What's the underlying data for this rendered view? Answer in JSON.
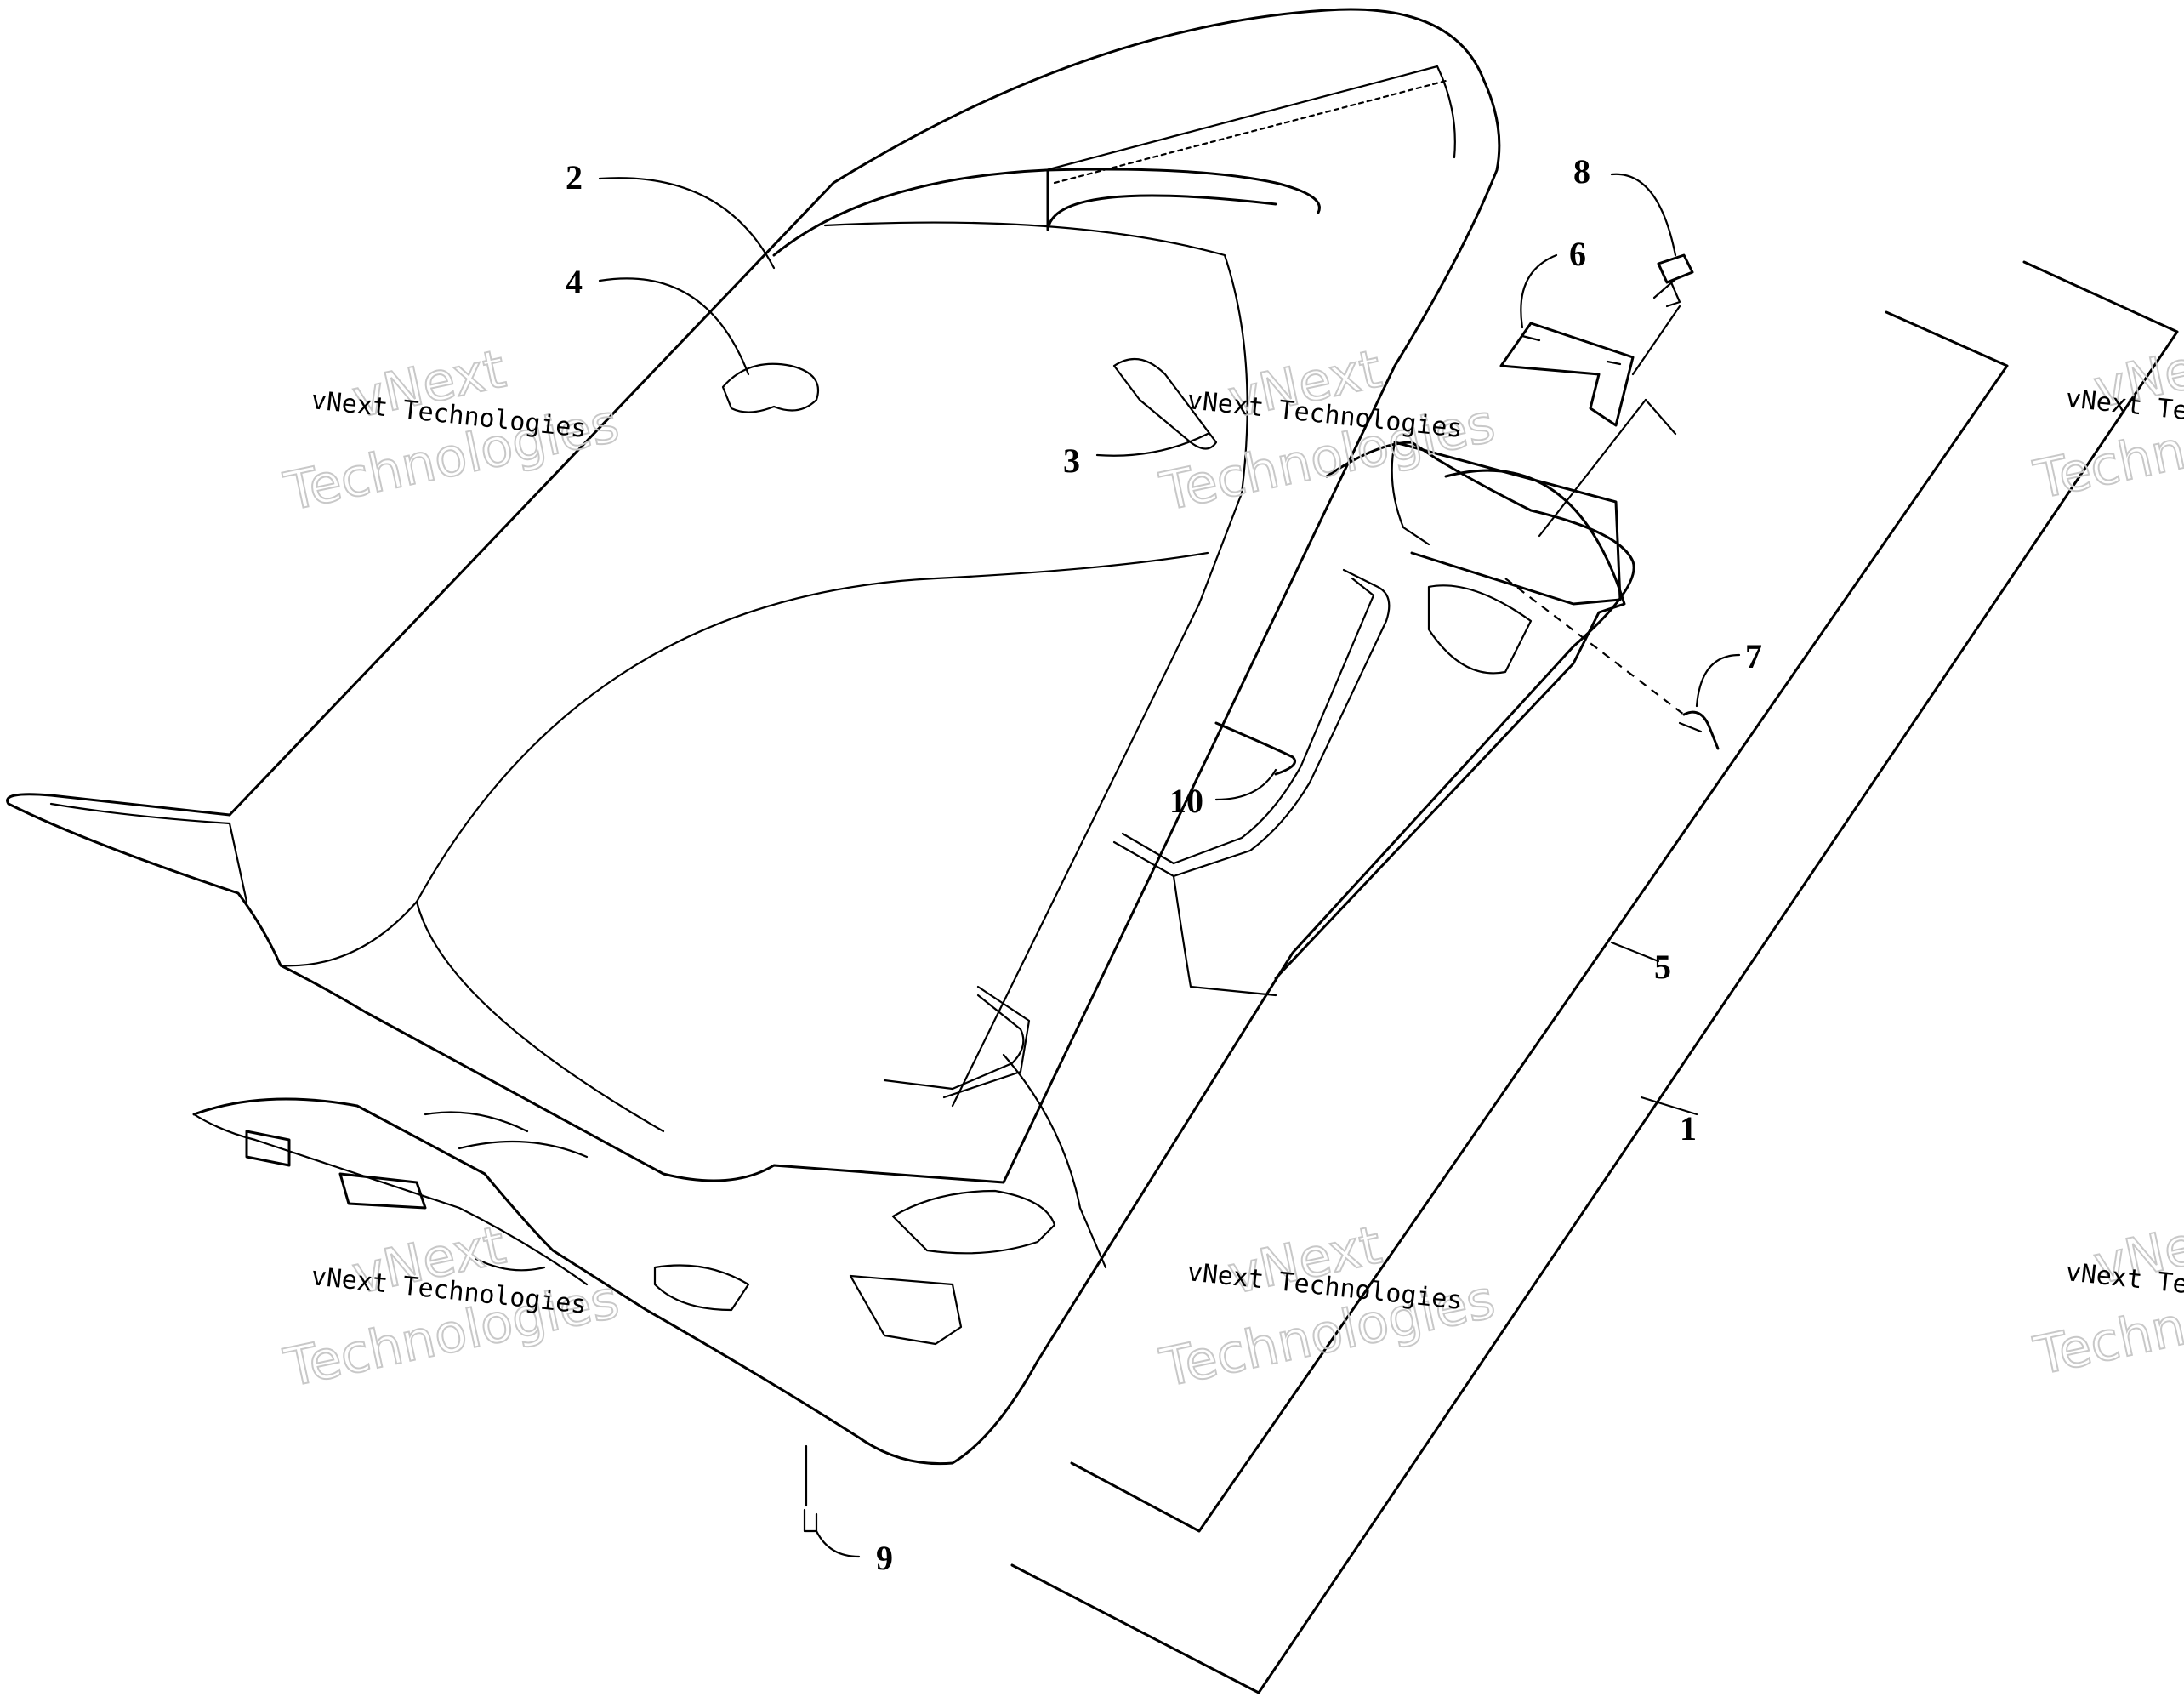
{
  "callouts": {
    "c1": "1",
    "c2": "2",
    "c3": "3",
    "c4": "4",
    "c5": "5",
    "c6": "6",
    "c7": "7",
    "c8": "8",
    "c9": "9",
    "c10": "10"
  },
  "watermark": {
    "line1": "vNext Technologies",
    "line2": "vNext",
    "line3": "Technologies"
  }
}
